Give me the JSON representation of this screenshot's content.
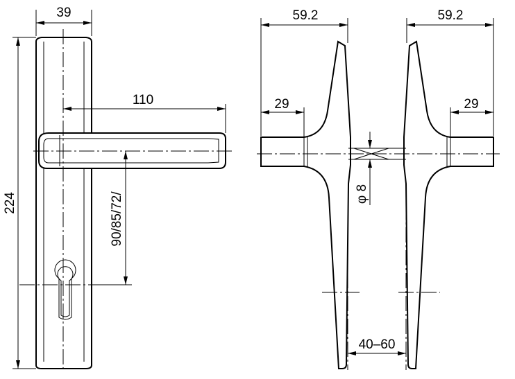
{
  "dimensions": {
    "plate_width": "39",
    "height_total": "224",
    "handle_length": "110",
    "spindle_to_keyhole": "90/85/72/",
    "side_left_width": "59.2",
    "side_right_width": "59.2",
    "rose_left": "29",
    "rose_right": "29",
    "spindle_square": "φ 8",
    "door_thickness": "40–60"
  }
}
